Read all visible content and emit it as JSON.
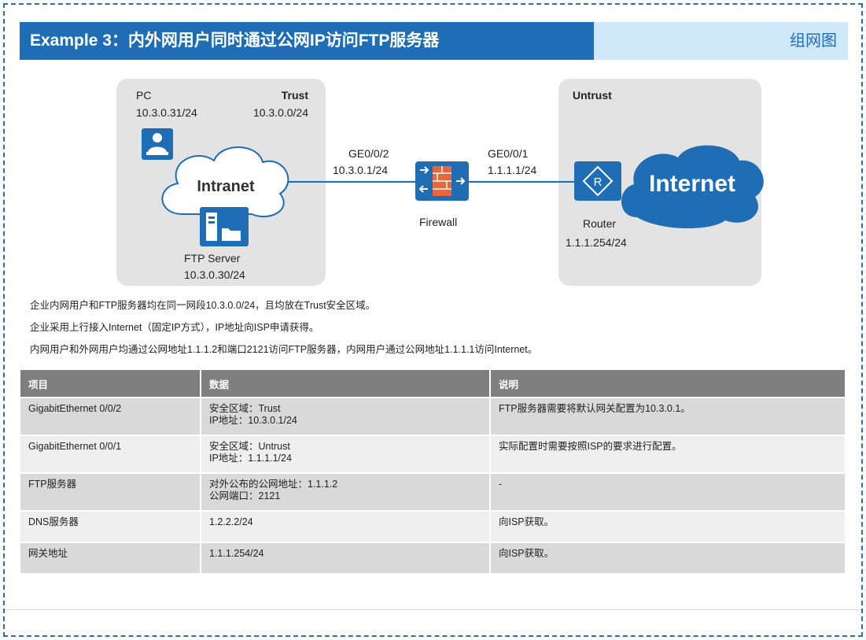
{
  "header": {
    "title": "Example 3：内外网用户同时通过公网IP访问FTP服务器",
    "tag": "组网图"
  },
  "diagram": {
    "trust_zone": {
      "label": "Trust",
      "subnet": "10.3.0.0/24"
    },
    "untrust_zone": {
      "label": "Untrust"
    },
    "pc": {
      "label": "PC",
      "ip": "10.3.0.31/24"
    },
    "intranet": {
      "label": "Intranet"
    },
    "ftp_server": {
      "label": "FTP Server",
      "ip": "10.3.0.30/24"
    },
    "firewall": {
      "label": "Firewall"
    },
    "left_interface": {
      "name": "GE0/0/2",
      "ip": "10.3.0.1/24"
    },
    "right_interface": {
      "name": "GE0/0/1",
      "ip": "1.1.1.1/24"
    },
    "router": {
      "label": "Router",
      "ip": "1.1.1.254/24"
    },
    "internet": {
      "label": "Internet"
    }
  },
  "descriptions": [
    "企业内网用户和FTP服务器均在同一网段10.3.0.0/24，且均放在Trust安全区域。",
    "企业采用上行接入Internet（固定IP方式），IP地址向ISP申请获得。",
    "内网用户和外网用户均通过公网地址1.1.1.2和端口2121访问FTP服务器，内网用户通过公网地址1.1.1.1访问Internet。"
  ],
  "table": {
    "headers": [
      "项目",
      "数据",
      "说明"
    ],
    "rows": [
      {
        "item": "GigabitEthernet 0/0/2",
        "data": [
          "安全区域：Trust",
          "IP地址：10.3.0.1/24"
        ],
        "note": "FTP服务器需要将默认网关配置为10.3.0.1。"
      },
      {
        "item": "GigabitEthernet 0/0/1",
        "data": [
          "安全区域：Untrust",
          "IP地址：1.1.1.1/24"
        ],
        "note": "实际配置时需要按照ISP的要求进行配置。"
      },
      {
        "item": "FTP服务器",
        "data": [
          "对外公布的公网地址：1.1.1.2",
          "公网端口：2121"
        ],
        "note": "-"
      },
      {
        "item": "DNS服务器",
        "data": [
          "1.2.2.2/24"
        ],
        "note": "向ISP获取。"
      },
      {
        "item": "网关地址",
        "data": [
          "1.1.1.254/24"
        ],
        "note": "向ISP获取。"
      }
    ]
  },
  "colors": {
    "brand_blue": "#1f6db4",
    "light_blue": "#cfe8fa",
    "zone_gray": "#e3e3e3",
    "header_gray": "#7f7f7f"
  }
}
